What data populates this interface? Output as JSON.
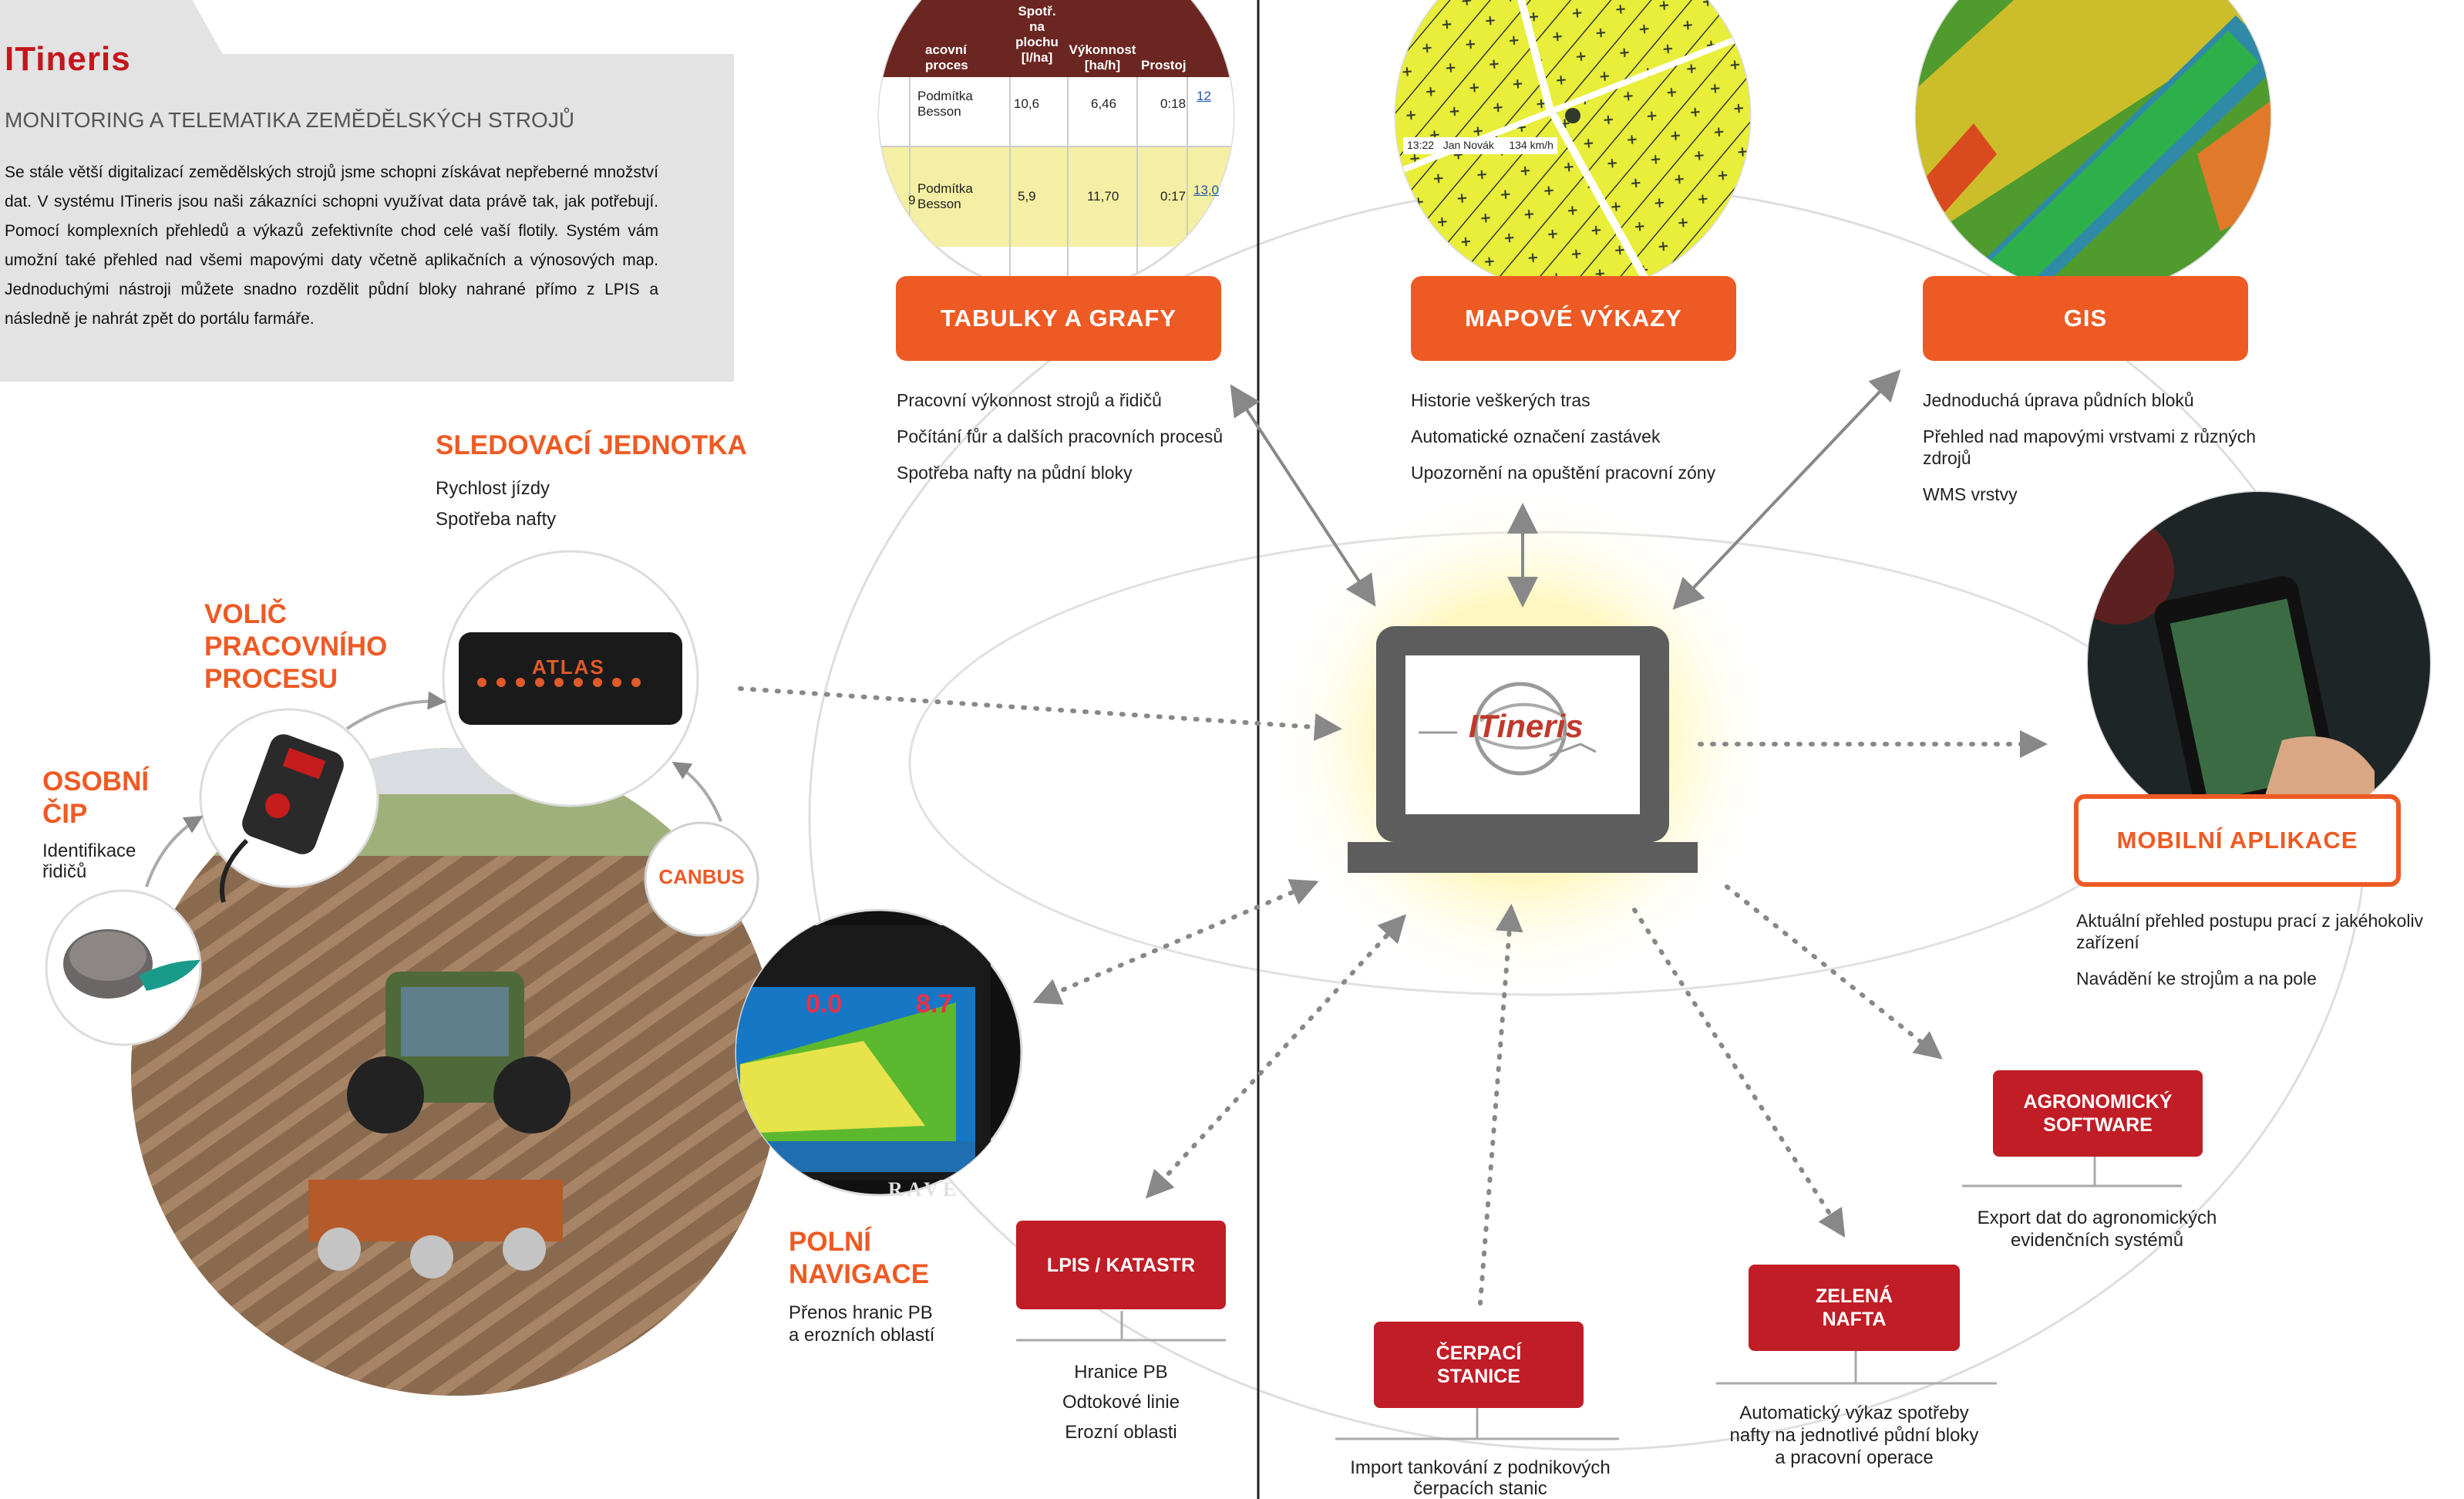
{
  "intro": {
    "brand": "ITineris",
    "subtitle": "MONITORING A TELEMATIKA ZEMĚDĚLSKÝCH STROJŮ",
    "text": "Se stále větší digitalizací zemědělských strojů jsme schopni získávat nepřeberné množství dat. V systému ITineris jsou naši zákazníci schopni využívat data právě tak, jak potřebují. Pomocí komplexních přehledů a výkazů zefektivníte chod celé vaší flotily. Systém vám umožní také přehled nad všemi mapovými daty včetně aplikačních a výnosových map. Jednoduchými nástroji můžete snadno rozdělit půdní bloky nahrané přímo z LPIS a následně je nahrát zpět do portálu farmáře."
  },
  "top": {
    "tables": {
      "label": "TABULKY A GRAFY",
      "items": [
        "Pracovní výkonnost strojů a řidičů",
        "Počítání fůr a dalších pracovních procesů",
        "Spotřeba nafty na půdní bloky"
      ],
      "table": {
        "headers": [
          "acovní proces",
          "Spotř. na plochu [l/ha]",
          "Výkonnost [ha/h]",
          "Prostoj"
        ],
        "rows": [
          [
            "Podmítka Besson",
            "10,6",
            "6,46",
            "0:18",
            "12"
          ],
          [
            "Podmítka Besson",
            "5,9",
            "11,70",
            "0:17",
            "13,0"
          ]
        ],
        "row_index": "9"
      }
    },
    "maps": {
      "label": "MAPOVÉ VÝKAZY",
      "items": [
        "Historie veškerých tras",
        "Automatické označení zastávek",
        "Upozornění na opuštění pracovní zóny"
      ],
      "map_labels": [
        "13:22",
        "Jan Novák",
        "134 km/h"
      ]
    },
    "gis": {
      "label": "GIS",
      "items": [
        "Jednoduchá úprava půdních bloků",
        "Přehled nad mapovými vrstvami z různých zdrojů",
        "WMS vrstvy"
      ]
    }
  },
  "left": {
    "tracker": {
      "title": "SLEDOVACÍ JEDNOTKA",
      "items": [
        "Rychlost jízdy",
        "Spotřeba nafty"
      ],
      "device_brand": "ATLAS"
    },
    "selector": {
      "title": [
        "VOLIČ",
        "PRACOVNÍHO",
        "PROCESU"
      ]
    },
    "chip": {
      "title": [
        "OSOBNÍ",
        "ČIP"
      ],
      "items": [
        "Identifikace",
        "řidičů"
      ]
    },
    "canbus": "CANBUS",
    "navigation": {
      "title": [
        "POLNÍ",
        "NAVIGACE"
      ],
      "items": [
        "Přenos hranic PB",
        "a erozních oblastí"
      ],
      "screen_values": [
        "0.0",
        "8.7"
      ],
      "brand": "RAVE"
    }
  },
  "center": {
    "logo": "ITineris"
  },
  "mobile": {
    "label": "MOBILNÍ APLIKACE",
    "items": [
      "Aktuální přehled postupu prací z jakéhokoliv zařízení",
      "Navádění ke strojům a na pole"
    ]
  },
  "bottom": {
    "lpis": {
      "label": "LPIS / KATASTR",
      "items": [
        "Hranice PB",
        "Odtokové linie",
        "Erozní oblasti"
      ]
    },
    "station": {
      "label": [
        "ČERPACÍ",
        "STANICE"
      ],
      "items": [
        "Import tankování z podnikových",
        "čerpacích stanic"
      ]
    },
    "diesel": {
      "label": [
        "ZELENÁ",
        "NAFTA"
      ],
      "items": [
        "Automatický výkaz spotřeby",
        "nafty na jednotlivé půdní bloky",
        "a pracovní operace"
      ]
    },
    "agro": {
      "label": [
        "AGRONOMICKÝ",
        "SOFTWARE"
      ],
      "items": [
        "Export dat do agronomických",
        "evidenčních systémů"
      ]
    }
  },
  "colors": {
    "orange": "#ee5a24",
    "red": "#c01d26",
    "grey": "#5d5d5d"
  }
}
